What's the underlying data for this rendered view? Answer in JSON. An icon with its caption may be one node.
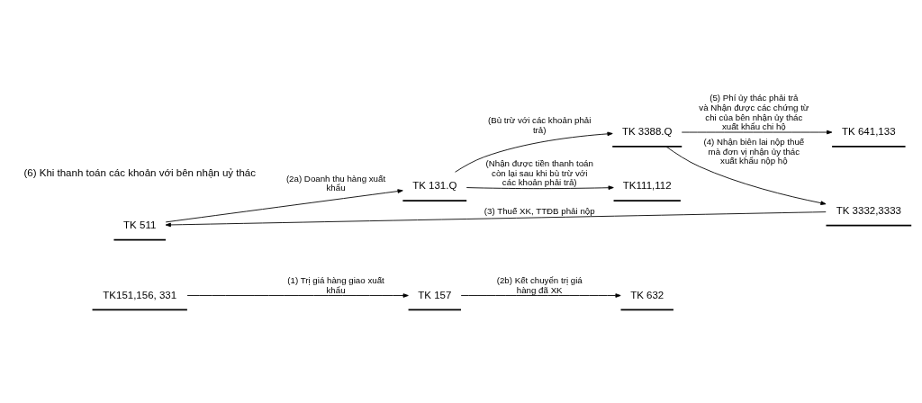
{
  "diagram": {
    "nodes": [
      {
        "text": [
          "TK151,156, 331"
        ]
      },
      {
        "text": [
          "TK 157"
        ]
      },
      {
        "text": [
          "TK 632"
        ]
      },
      {
        "text": [
          "TK 511"
        ]
      },
      {
        "text": [
          "TK 131.Q"
        ]
      },
      {
        "text": [
          "TK111,112"
        ]
      },
      {
        "text": [
          "TK 3388.Q"
        ]
      },
      {
        "text": [
          "TK 3332,3333"
        ]
      },
      {
        "text": [
          "TK 641,133"
        ]
      }
    ],
    "edges": [
      {
        "from": 0,
        "to": 1,
        "arrow": "to",
        "label": "(1) Trị giá hàng giao xuất khẩu"
      },
      {
        "from": 1,
        "to": 2,
        "arrow": "to",
        "label": "(2b) Kết chuyển trị giá hàng đã XK"
      },
      {
        "from": 3,
        "to": 4,
        "arrow": "to",
        "label": "(2a) Doanh thu hàng xuất khẩu"
      },
      {
        "from": 6,
        "to": 7,
        "arrow": "to",
        "label": "(4) Nhận biên lai nộp thuế mà đơn vị nhận ủy thác xuất khẩu nộp hộ"
      },
      {
        "from": 7,
        "to": 3,
        "arrow": "to",
        "label": "(3) Thuế XK, TTĐB phải nộp"
      },
      {
        "from": 6,
        "to": 8,
        "arrow": "to",
        "label": "(5) Phí ủy thác phải trả và Nhận được các chứng từ chi của bên nhận ủy thác xuất khẩu chi hộ"
      },
      {
        "from": 4,
        "to": 5,
        "arrow": "to",
        "label": "(Nhận được tiền thanh toán còn lại sau khi bù trừ với các khoản phải trả)"
      },
      {
        "from": 4,
        "to": 6,
        "arrow": "to",
        "label": "(Bù trừ với các khoản phải trả)"
      }
    ],
    "labels": [
      "(6) Khi thanh toán các khoản với bên nhận uỷ thác"
    ]
  }
}
